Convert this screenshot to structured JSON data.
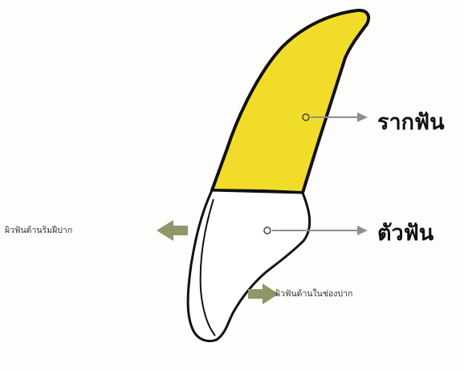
{
  "labels": {
    "root": "รากฟัน",
    "crown": "ตัวฟัน",
    "lip_side": "ผิวฟันด้านริมฝีปาก",
    "tongue_side": "ผิวฟันด้านในช่องปาก"
  },
  "colors": {
    "root_fill": "#f2dc2a",
    "crown_fill": "#ffffff",
    "outline": "#111111",
    "arrow_gray": "#8e8e8e",
    "arrow_olive": "#8f9668",
    "background": "#fdfdfb"
  }
}
